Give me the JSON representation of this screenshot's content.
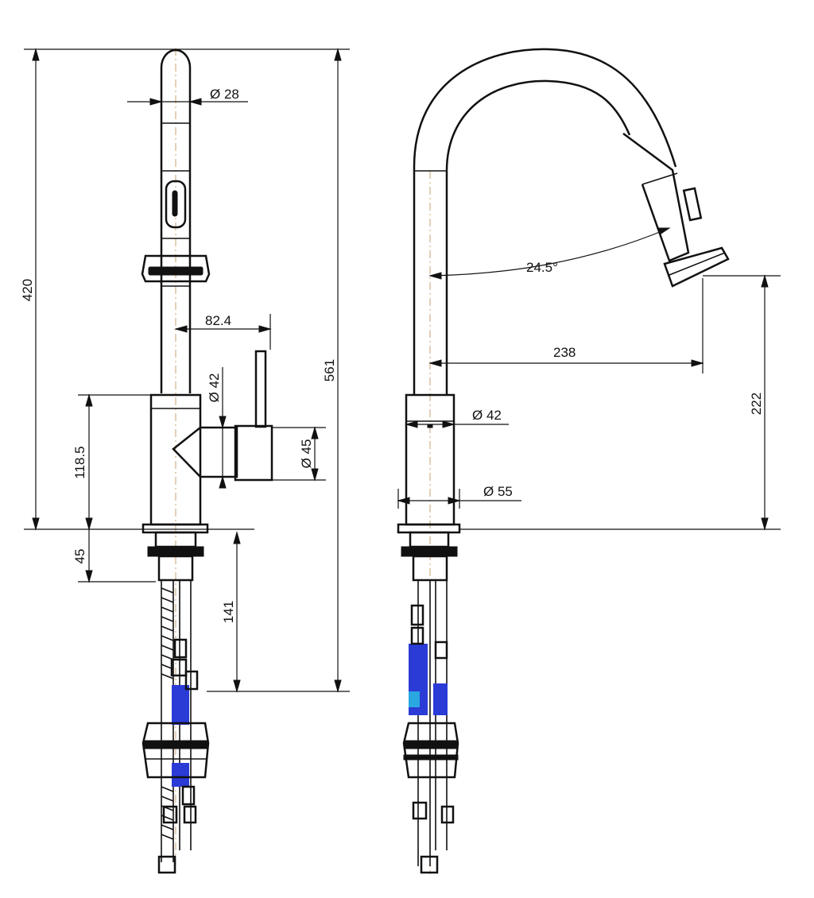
{
  "dimensions": {
    "total_height": "561",
    "spout_height": "420",
    "spout_diameter": "Ø 28",
    "body_diameter_front": "Ø 42",
    "lever_offset": "82.4",
    "handle_diameter": "Ø 45",
    "body_height": "118.5",
    "base_thickness": "45",
    "shank_length": "141",
    "spray_angle": "24.5°",
    "reach": "238",
    "spout_clearance": "222",
    "body_diameter_side": "Ø 42",
    "base_diameter": "Ø 55"
  },
  "colors": {
    "line": "#111111",
    "centerline": "#c9a070",
    "hose_blue": "#2a3bd6",
    "hose_cyan": "#2aa7e0"
  }
}
